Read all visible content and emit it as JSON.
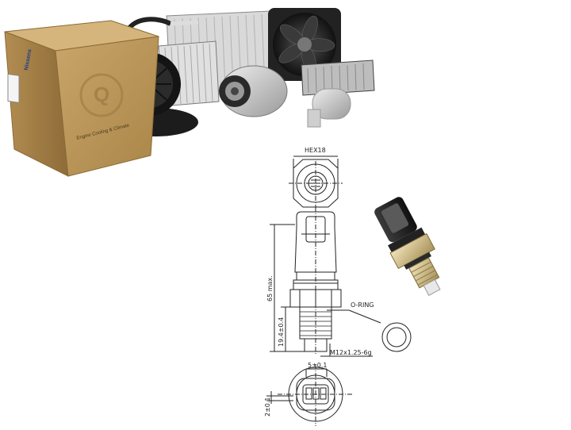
{
  "product_image": {
    "box_brand": "Nissens",
    "box_slogan": "Engine Cooling & Climate",
    "box_badge": "Q"
  },
  "drawing": {
    "hex_label": "HEX18",
    "length_label": "65 max.",
    "thread_length_label": "19.4±0.4",
    "oring_label": "O-RING",
    "thread_label": "M12x1.25-6g",
    "pin_width_label": "5±0.1",
    "pin_gap_label": "2±0.1"
  }
}
